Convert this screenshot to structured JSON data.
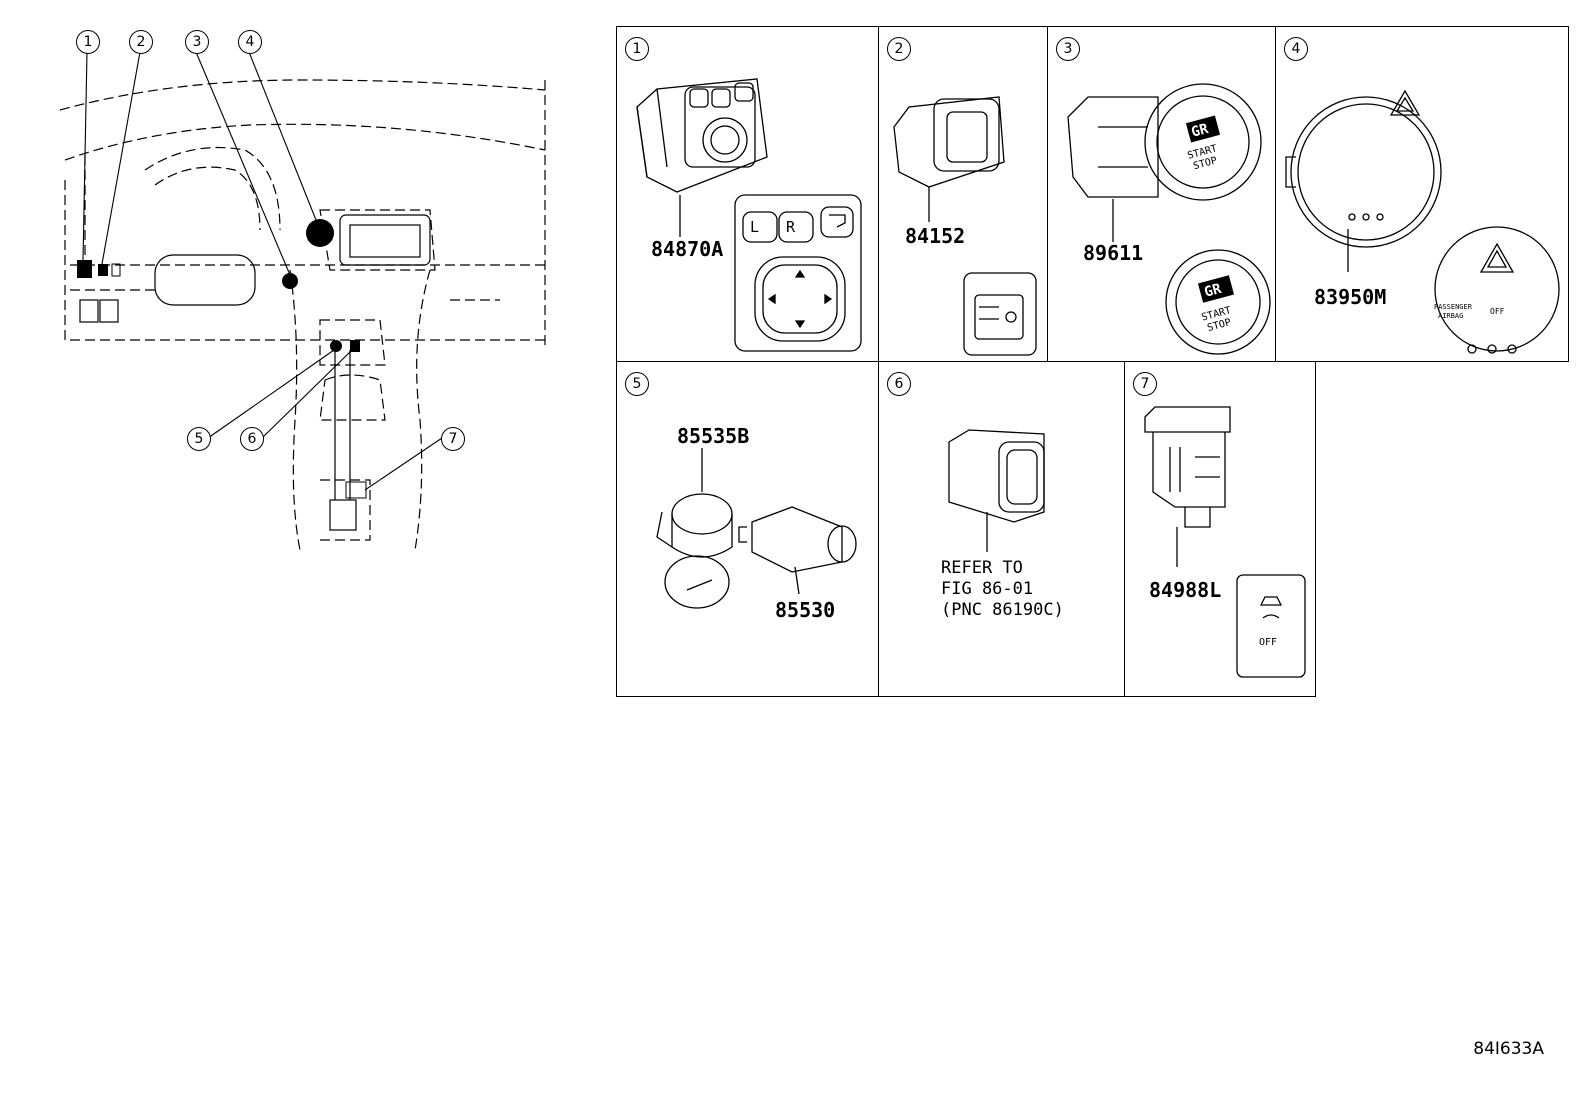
{
  "overview": {
    "callouts": [
      "1",
      "2",
      "3",
      "4",
      "5",
      "6",
      "7"
    ]
  },
  "panels": [
    {
      "num": "1",
      "part": "84870A"
    },
    {
      "num": "2",
      "part": "84152"
    },
    {
      "num": "3",
      "part": "89611"
    },
    {
      "num": "4",
      "part": "83950M"
    },
    {
      "num": "5",
      "parts": [
        "85535B",
        "85530"
      ]
    },
    {
      "num": "6",
      "note": "REFER TO\nFIG 86-01\n(PNC 86190C)"
    },
    {
      "num": "7",
      "part": "84988L"
    }
  ],
  "labels": {
    "mirror_l": "L",
    "mirror_r": "R",
    "start_logo": "GR",
    "start_text": "START",
    "stop_text": "STOP",
    "airbag_label_1": "PASSENGER",
    "airbag_label_2": "AIRBAG",
    "airbag_off": "OFF",
    "trc_off": "OFF"
  },
  "figure_id": "84I633A"
}
